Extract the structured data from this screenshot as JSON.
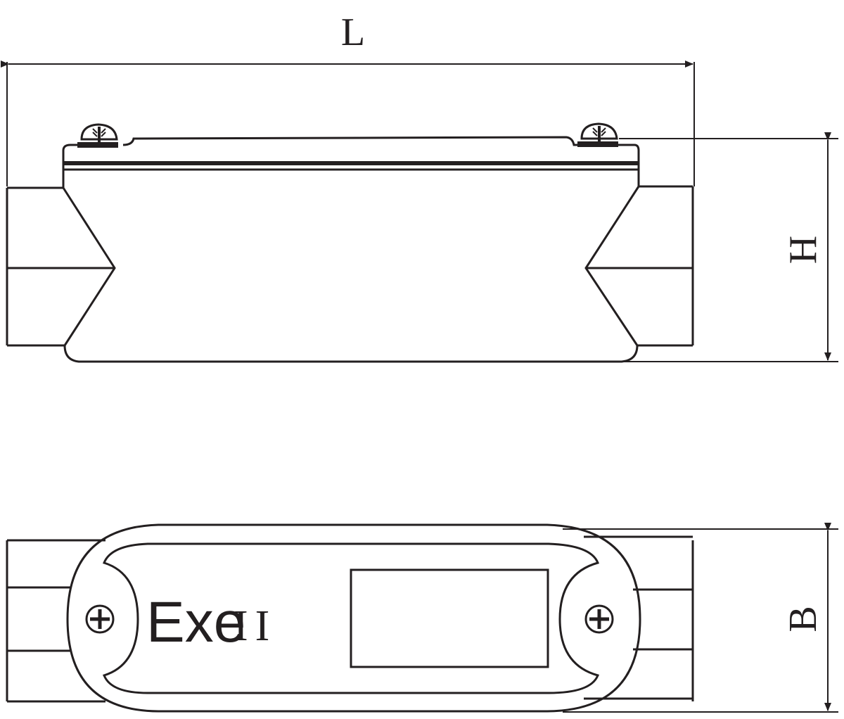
{
  "dimensions": {
    "length_label": "L",
    "height_label": "H",
    "width_label": "B"
  },
  "nameplate": {
    "marking_prefix": "Exe",
    "marking_group": "II"
  },
  "colors": {
    "line": "#231f20",
    "background": "#ffffff"
  }
}
